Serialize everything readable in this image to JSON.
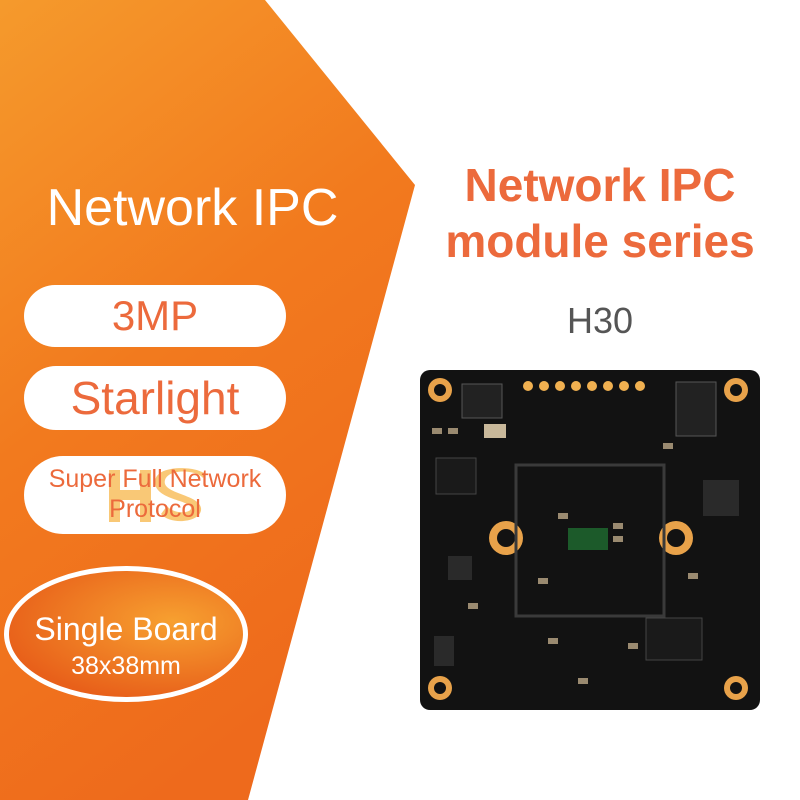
{
  "left_panel": {
    "title": "Network IPC",
    "badges": [
      "3MP",
      "Starlight",
      "Super Full Network Protocol"
    ],
    "watermark": "HS",
    "oval": {
      "line1": "Single Board",
      "line2": "38x38mm"
    }
  },
  "right_panel": {
    "title_line1": "Network IPC",
    "title_line2": "module series",
    "model": "H30"
  },
  "colors": {
    "accent": "#f07020",
    "text_accent": "#ec6a3c",
    "board": "#111111",
    "pad": "#e8a24a"
  }
}
